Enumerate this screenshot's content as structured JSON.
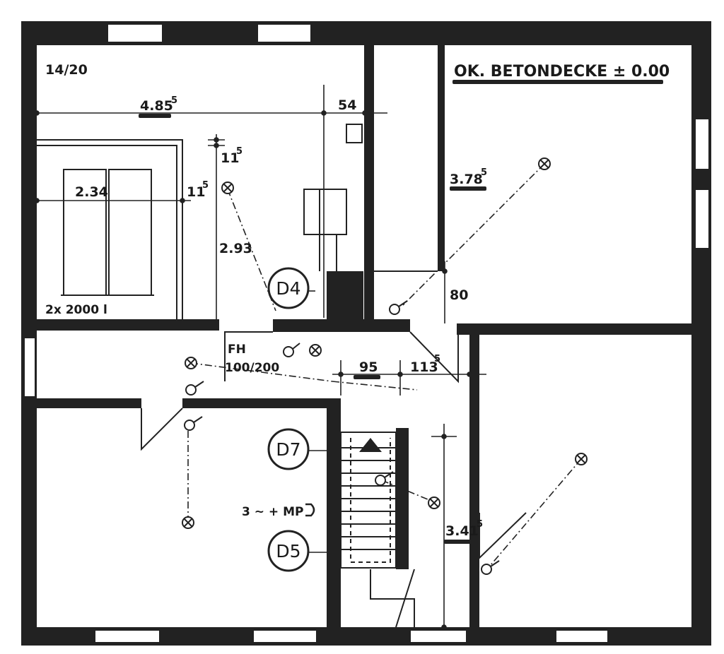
{
  "labels": {
    "plan_code": "14/20",
    "floor_level": "OK. BETONDECKE ± 0.00",
    "tank": "2x 2000 l",
    "door_fh": "FH",
    "door_fh_size": "100/200",
    "electric": "3 ~ + MP",
    "room_d4": "D4",
    "room_d5": "D5",
    "room_d7": "D7"
  },
  "dimensions": {
    "d_485": "4.85",
    "d_485_sup": "5",
    "d_54": "54",
    "d_11a": "11",
    "d_11a_sup": "5",
    "d_11b": "11",
    "d_11b_sup": "5",
    "d_234": "2.34",
    "d_293": "2.93",
    "d_378": "3.78",
    "d_378_sup": "5",
    "d_80": "80",
    "d_95": "95",
    "d_113": "113",
    "d_113_sup": "5",
    "d_341": "3.41",
    "d_341_sup": "5"
  },
  "colors": {
    "ink": "#1a1a1a",
    "paper": "#ffffff"
  }
}
